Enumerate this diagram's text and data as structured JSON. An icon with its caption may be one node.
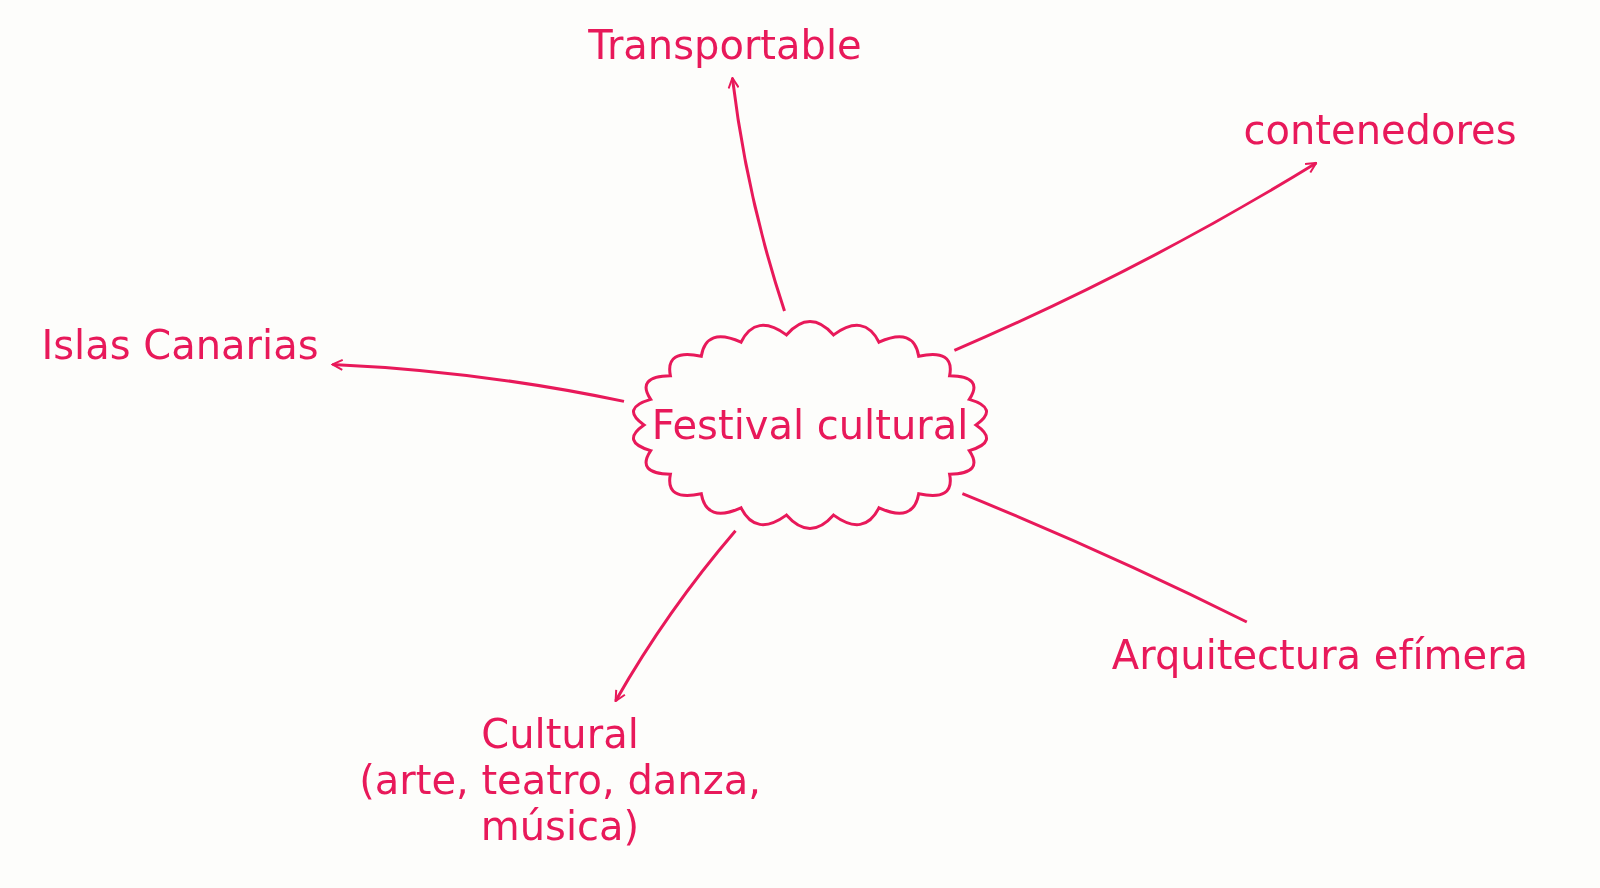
{
  "diagram": {
    "nodes": [
      {
        "text": [
          "Transportable"
        ]
      },
      {
        "text": [
          "contenedores"
        ]
      },
      {
        "text": [
          "Islas Canarias"
        ]
      },
      {
        "text": [
          "Festival cultural"
        ]
      },
      {
        "text": [
          "Arquitectura efímera"
        ]
      },
      {
        "text": [
          "Cultural",
          "(arte, teatro, danza, música)"
        ]
      }
    ],
    "edges": [
      {
        "from": 3,
        "to": 0,
        "arrow": "to"
      },
      {
        "from": 3,
        "to": 1,
        "arrow": "to"
      },
      {
        "from": 3,
        "to": 2,
        "arrow": "to"
      },
      {
        "from": 3,
        "to": 4,
        "arrow": "none"
      },
      {
        "from": 3,
        "to": 5,
        "arrow": "to"
      }
    ]
  }
}
